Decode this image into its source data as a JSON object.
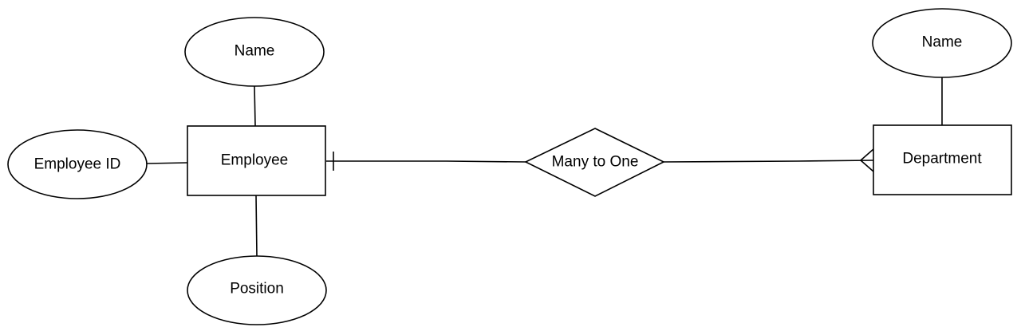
{
  "entities": {
    "employee": "Employee",
    "department": "Department"
  },
  "attributes": {
    "employee_name": "Name",
    "employee_id": "Employee ID",
    "employee_position": "Position",
    "department_name": "Name"
  },
  "relationship": {
    "label": "Many to One",
    "employee_end": "one",
    "department_end": "many"
  }
}
